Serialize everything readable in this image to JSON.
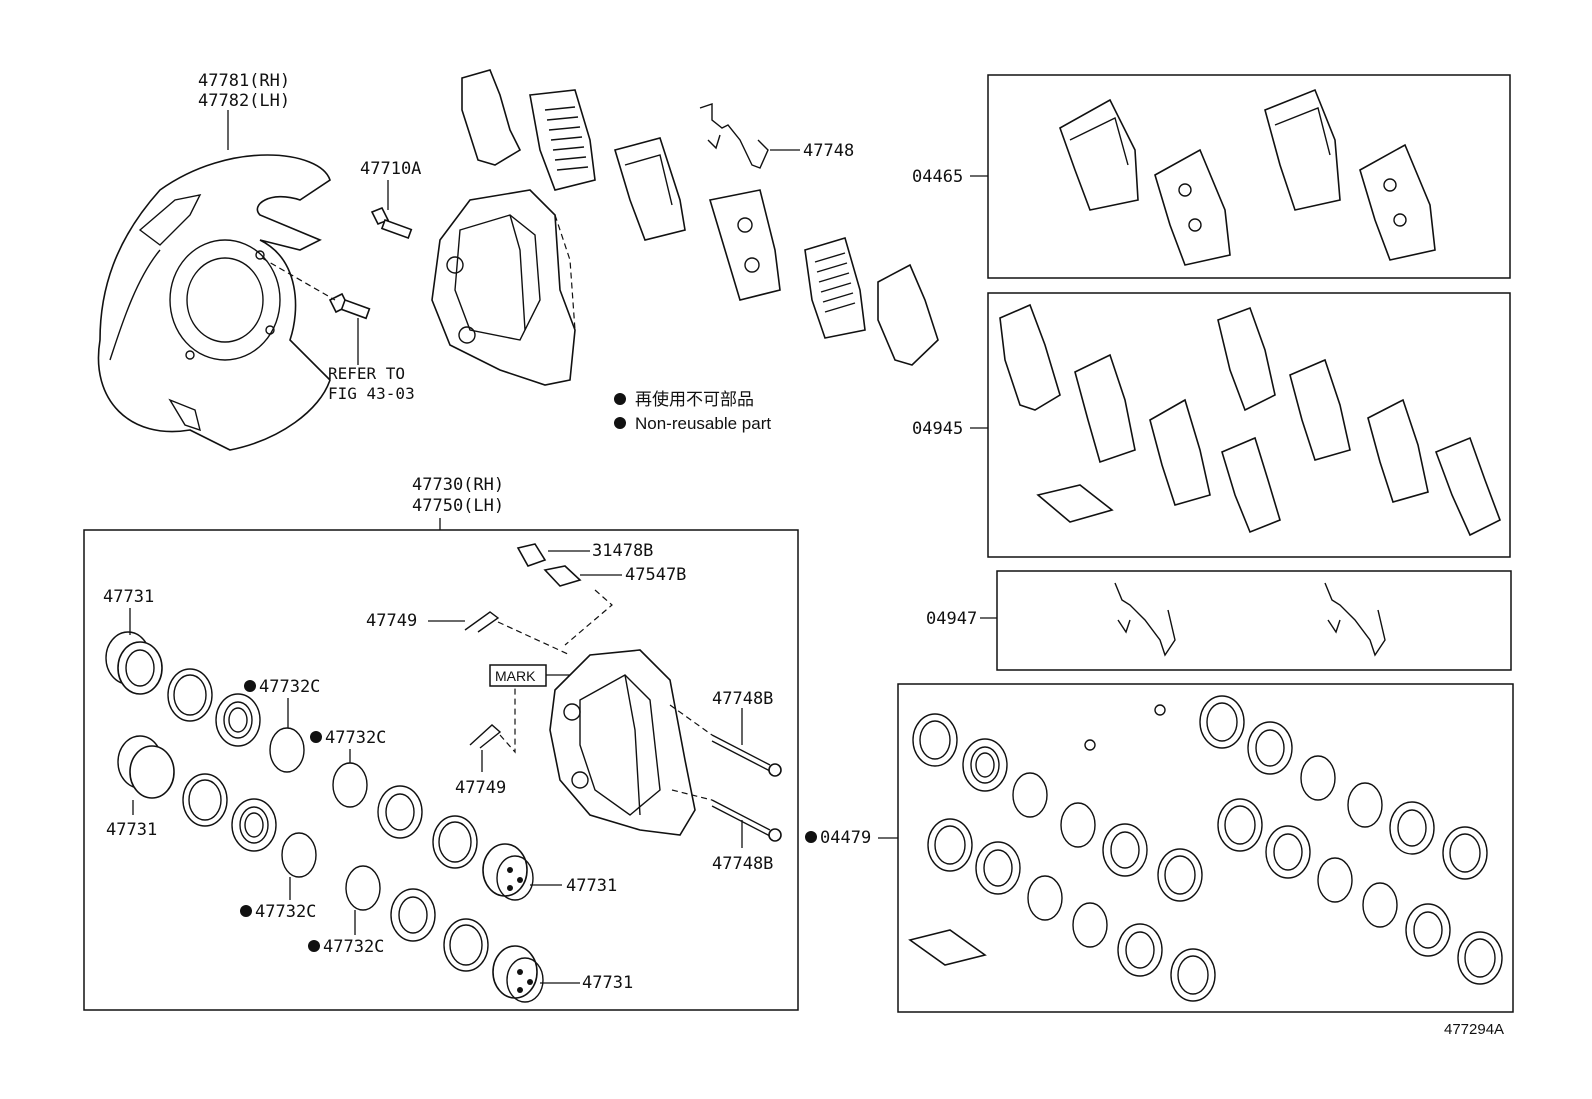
{
  "labels": {
    "shield_rh": "47781(RH)",
    "shield_lh": "47782(LH)",
    "bolt": "47710A",
    "refer_to": "REFER TO",
    "fig_ref": "FIG 43-03",
    "spring_clip": "47748",
    "pad_kit_1": "04465",
    "pad_kit_2": "04945",
    "clip_kit": "04947",
    "seal_kit": "04479",
    "caliper_rh": "47730(RH)",
    "caliper_lh": "47750(LH)",
    "cap": "31478B",
    "bleeder": "47547B",
    "pin_clip_top": "47749",
    "pin_clip_bottom": "47749",
    "mark": "MARK",
    "piston_tl": "47731",
    "piston_ml": "47731",
    "piston_c1": "47731",
    "piston_c2": "47731",
    "seal_1": "47732C",
    "seal_2": "47732C",
    "seal_3": "47732C",
    "seal_4": "47732C",
    "pin_top": "47748B",
    "pin_bottom": "47748B",
    "drawing_no": "477294A"
  },
  "legend": {
    "jp": "再使用不可部品",
    "en": "Non-reusable part"
  }
}
